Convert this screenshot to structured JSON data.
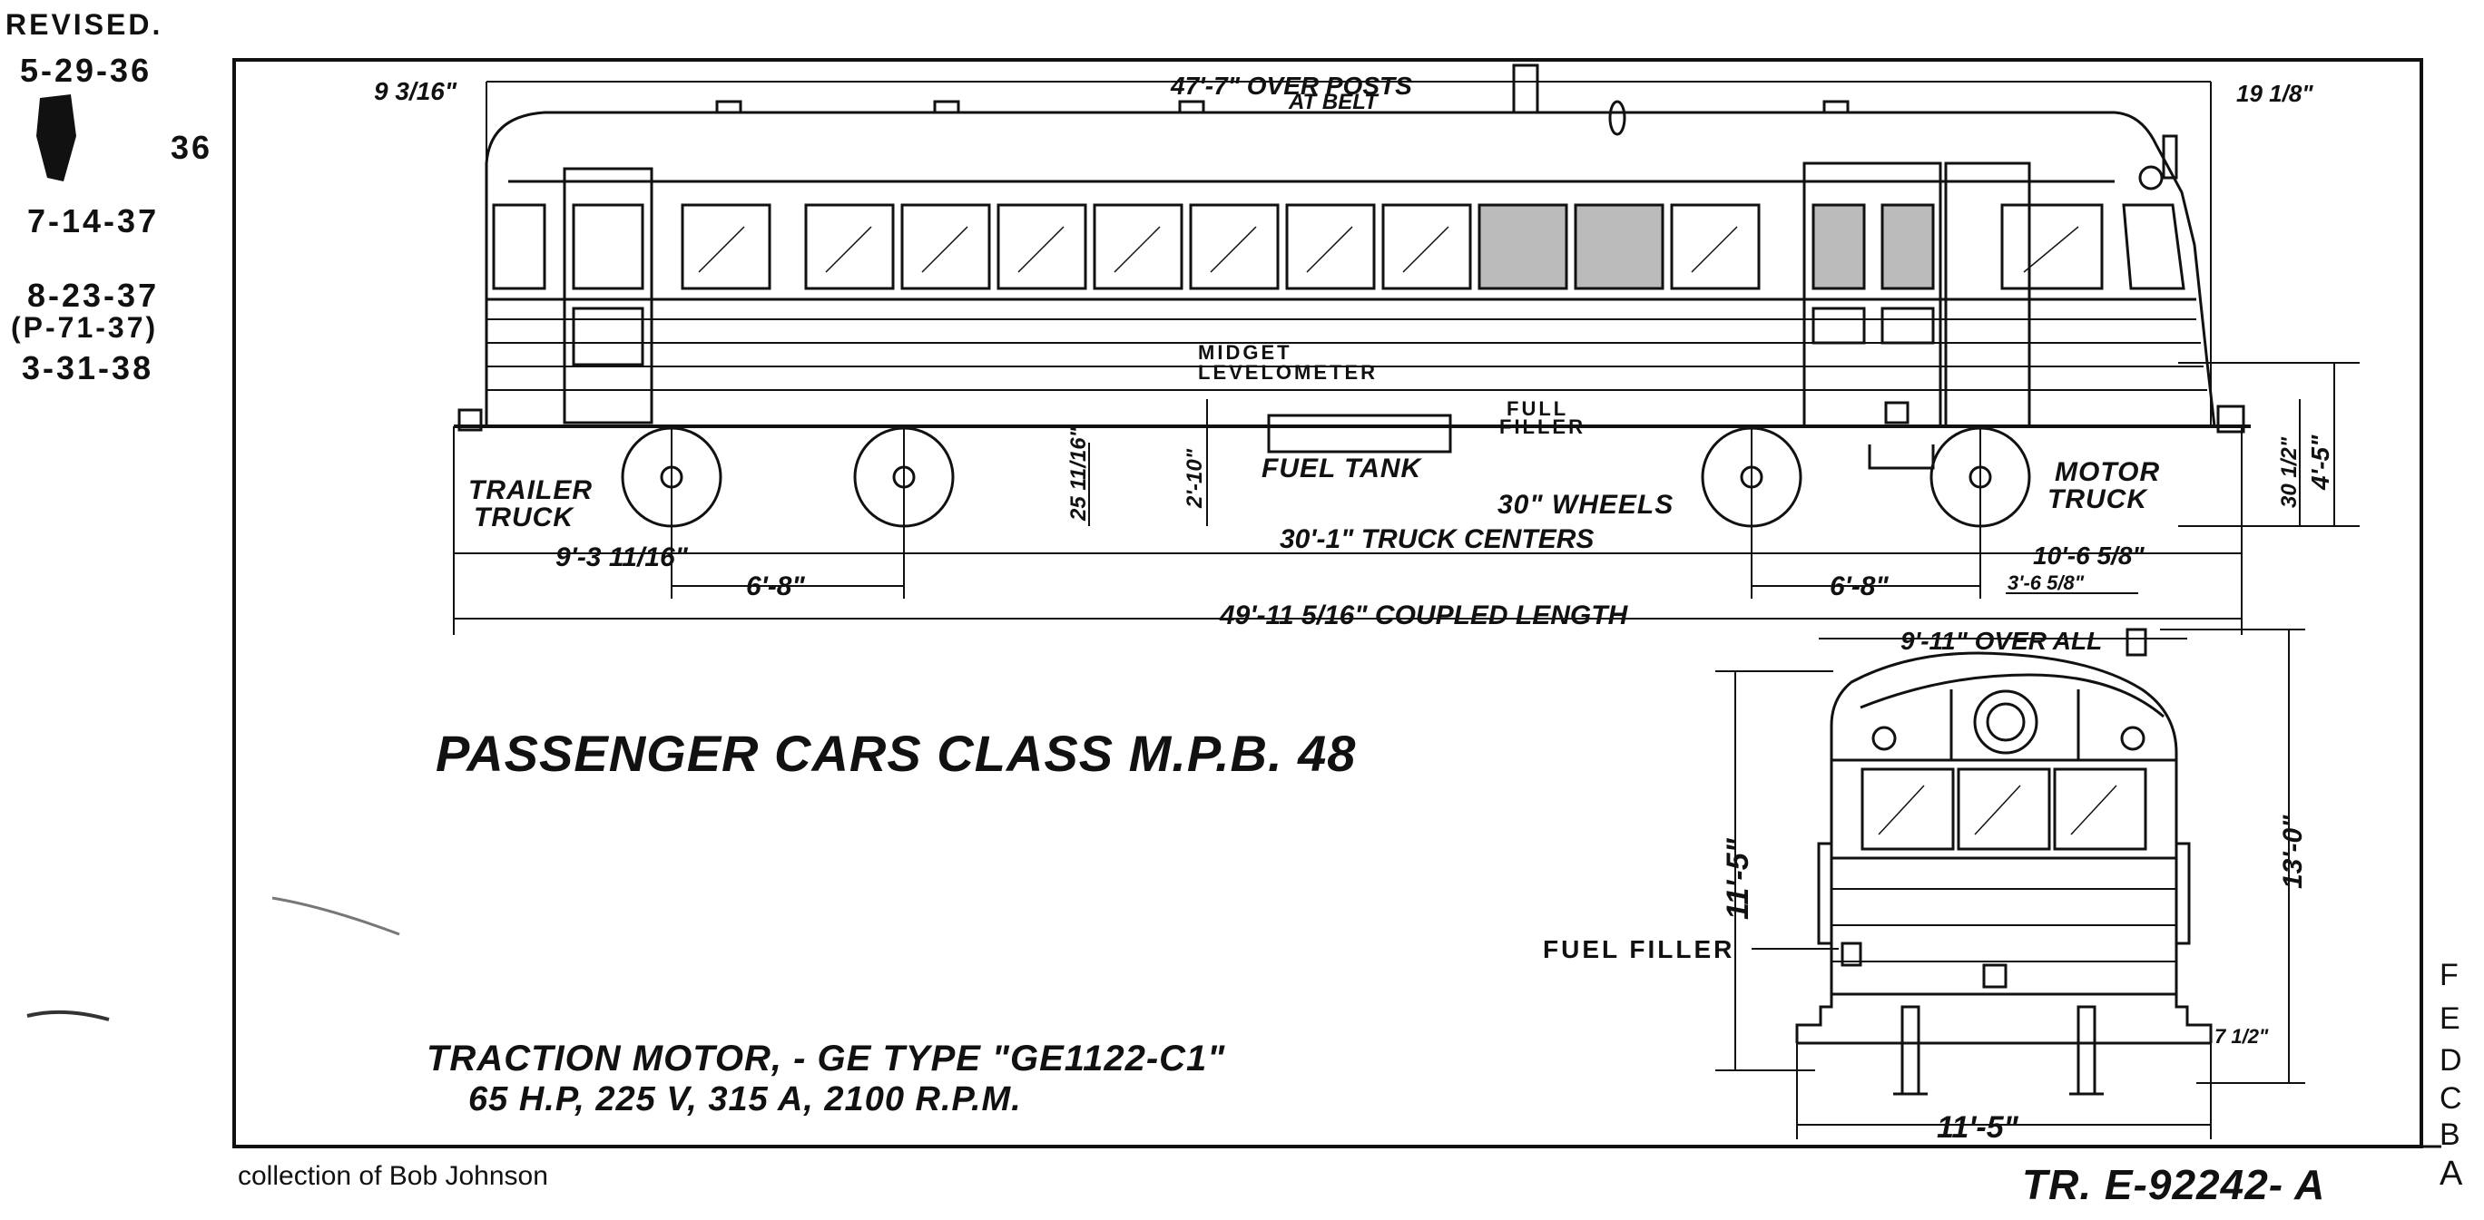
{
  "revisions": {
    "heading": "REVISED.",
    "dates": [
      "5-29-36",
      "36",
      "7-14-37",
      "8-23-37",
      "(P-71-37)",
      "3-31-38"
    ]
  },
  "revision_letters": [
    "F",
    "E",
    "D",
    "C",
    "B",
    "A"
  ],
  "title": "PASSENGER CARS CLASS M.P.B. 48",
  "motor_notes": {
    "line1": "TRACTION MOTOR, - GE TYPE \"GE1122-C1\"",
    "line2": "65 H.P, 225 V, 315 A, 2100 R.P.M."
  },
  "credit": "collection of Bob Johnson",
  "drawing_number": "TR. E-92242- A",
  "side_view": {
    "dim_over_posts_1": "47'-7\" OVER POSTS",
    "dim_over_posts_2": "AT BELT",
    "dim_left_end": "9 3/16\"",
    "dim_right_end": "19 1/8\"",
    "label_midget_1": "MIDGET",
    "label_midget_2": "LEVELOMETER",
    "label_fuel_filler_1": "FULL",
    "label_fuel_filler_2": "FILLER",
    "label_fuel_tank": "FUEL TANK",
    "label_trailer_1": "TRAILER",
    "label_trailer_2": "TRUCK",
    "label_motor_1": "MOTOR",
    "label_motor_2": "TRUCK",
    "label_wheels": "30\" WHEELS",
    "dim_truck_centers": "30'-1\" TRUCK CENTERS",
    "dim_left_overhang": "9'-3 11/16\"",
    "dim_wheelbase_left": "6'-8\"",
    "dim_wheelbase_right": "6'-8\"",
    "dim_right_overhang": "10'-6 5/8\"",
    "dim_coupled_length": "49'-11 5/16\"  COUPLED LENGTH",
    "dim_height_1": "25 11/16\"",
    "dim_height_2": "2'-10\"",
    "dim_height_3": "30 1/2\"",
    "dim_height_4": "4'-5\""
  },
  "end_view": {
    "dim_over_all": "9'-11\" OVER ALL",
    "dim_3_6": "3'-6 5/8\"",
    "dim_11_5_vertical": "11'-5\"",
    "dim_13_0": "13'-0\"",
    "dim_11_5_base": "11'-5\"",
    "label_fuel_filler": "FUEL FILLER",
    "dim_step": "7 1/2\""
  }
}
